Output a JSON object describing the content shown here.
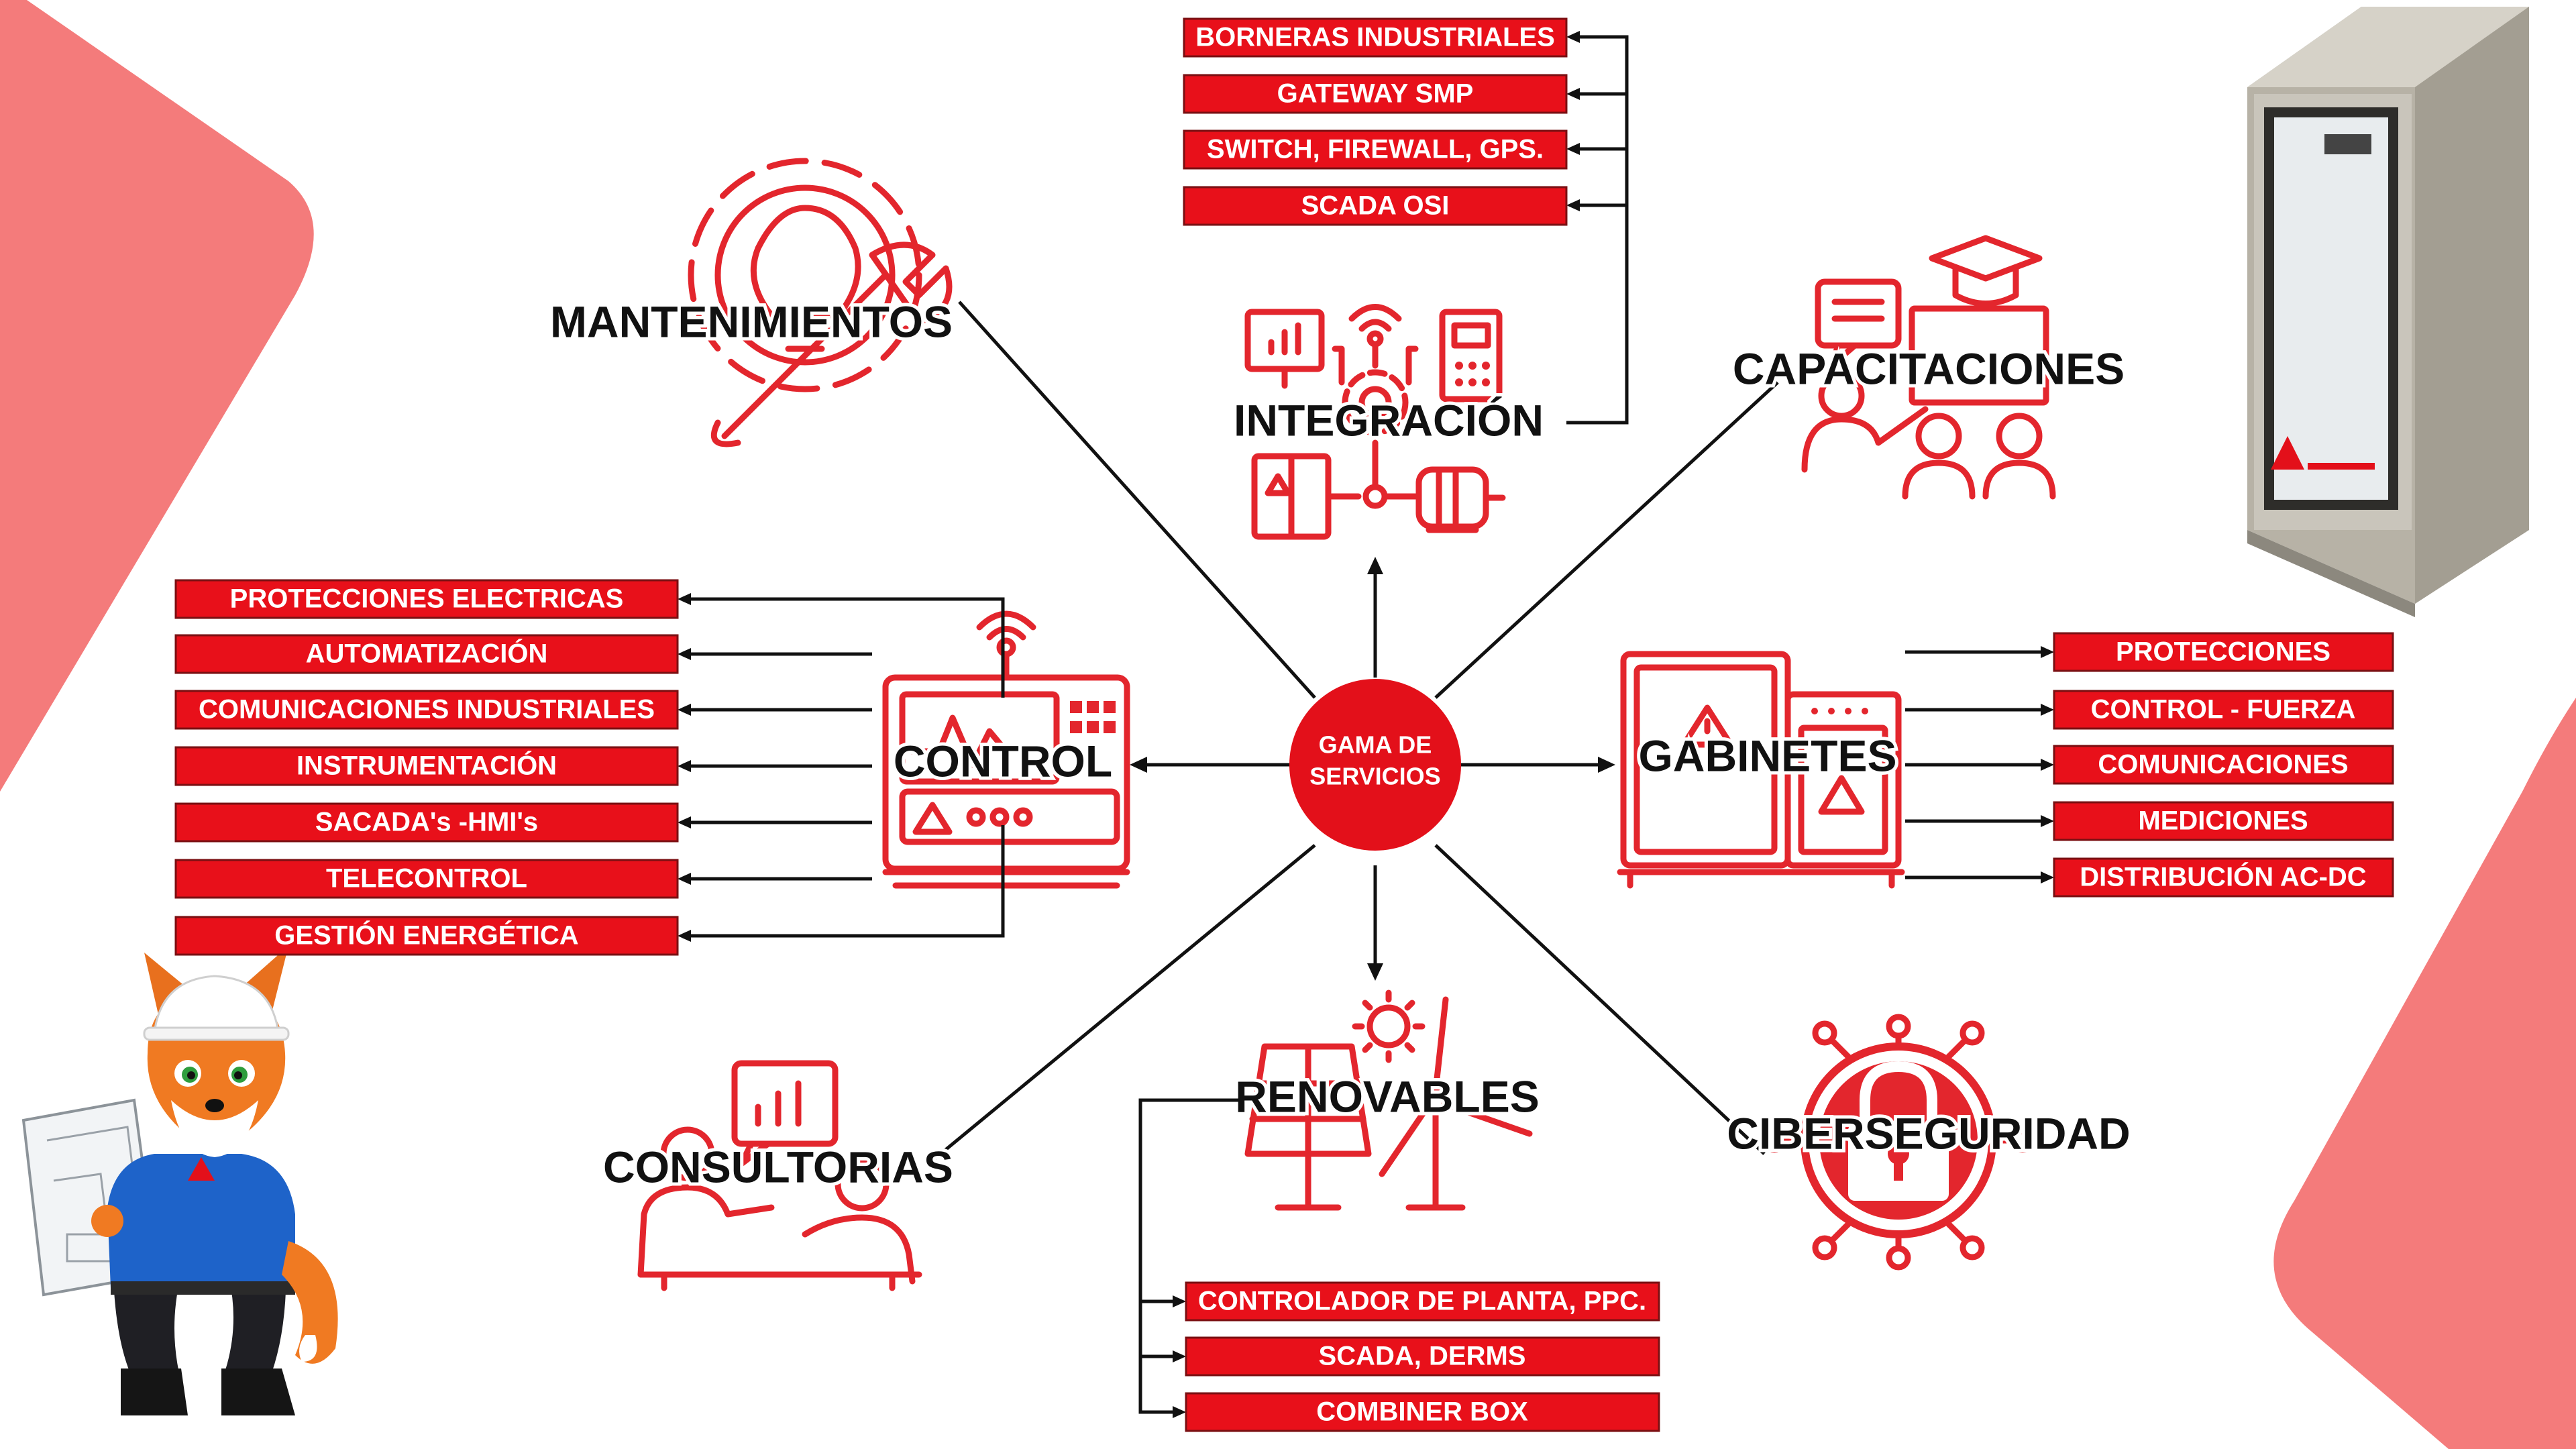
{
  "center": {
    "line1": "GAMA DE",
    "line2": "SERVICIOS"
  },
  "nodes": {
    "mantenimientos": "MANTENIMIENTOS",
    "integracion": "INTEGRACIÓN",
    "capacitaciones": "CAPACITACIONES",
    "control": "CONTROL",
    "gabinetes": "GABINETES",
    "consultorias": "CONSULTORIAS",
    "renovables": "RENOVABLES",
    "ciberseguridad": "CIBERSEGURIDAD"
  },
  "integracion_items": [
    "BORNERAS INDUSTRIALES",
    "GATEWAY SMP",
    "SWITCH, FIREWALL, GPS.",
    "SCADA OSI"
  ],
  "control_items": [
    "PROTECCIONES ELECTRICAS",
    "AUTOMATIZACIÓN",
    "COMUNICACIONES INDUSTRIALES",
    "INSTRUMENTACIÓN",
    "SACADA's -HMI's",
    "TELECONTROL",
    "GESTIÓN ENERGÉTICA"
  ],
  "gabinetes_items": [
    "PROTECCIONES",
    "CONTROL - FUERZA",
    "COMUNICACIONES",
    "MEDICIONES",
    "DISTRIBUCIÓN AC-DC"
  ],
  "renovables_items": [
    "CONTROLADOR DE PLANTA, PPC.",
    "SCADA, DERMS",
    "COMBINER BOX"
  ],
  "colors": {
    "accent_red": "#e8101a",
    "icon_red": "#e3262d",
    "corner_salmon": "#f47b7b",
    "line": "#111111"
  },
  "icons": [
    "gear-bulb-wrench-icon",
    "integration-network-icon",
    "training-icon",
    "control-panel-icon",
    "cabinet-icon",
    "consulting-icon",
    "solar-wind-icon",
    "cybersecurity-lock-icon",
    "server-rack-image",
    "fox-mascot-image"
  ]
}
